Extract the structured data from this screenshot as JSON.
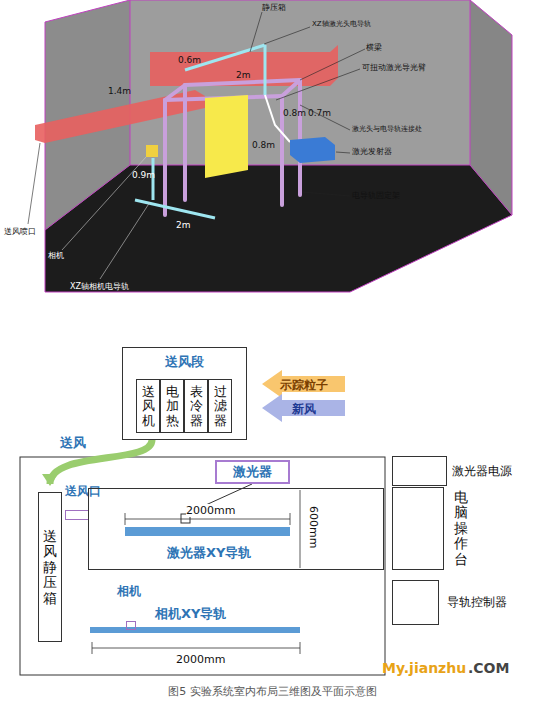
{
  "diagram": {
    "caption": "图5 实验系统室内布局三维图及平面示意图",
    "nodes": [
      {
        "text": [
          "送风段"
        ]
      },
      {
        "text": [
          "送风机"
        ],
        "in": 0
      },
      {
        "text": [
          "电加热"
        ],
        "in": 0
      },
      {
        "text": [
          "表冷器"
        ],
        "in": 0
      },
      {
        "text": [
          "过滤器"
        ],
        "in": 0
      },
      {
        "text": [
          "送风静压箱"
        ]
      },
      {
        "text": [
          "送风口"
        ]
      },
      {
        "text": [
          "激光器XY导轨"
        ]
      },
      {
        "text": [
          "激光器"
        ]
      },
      {
        "text": [
          "相机"
        ]
      },
      {
        "text": [
          "激光器电源"
        ]
      },
      {
        "text": [
          "电脑操作台"
        ]
      },
      {
        "text": [
          "导轨控制器"
        ]
      }
    ],
    "edges": [
      {
        "from": 0,
        "to": 5,
        "label": "送风",
        "arrow": "to"
      }
    ],
    "labels": [
      "静压箱",
      "XZ轴激光头电导轨",
      "0.6m",
      "2m",
      "横梁",
      "可扭动激光导光臂",
      "1.4m",
      "0.8m",
      "0.7m",
      "激光头与电导轨连接处",
      "激光发射器",
      "0.8m",
      "0.9m",
      "电导轨固定架",
      "2m",
      "送风喷口",
      "相机",
      "XZ轴相机电导轨",
      "示踪粒子",
      "新风",
      "2000mm",
      "600mm",
      "相机XY导轨",
      "2000mm",
      "My.jianzhu",
      ".COM"
    ]
  }
}
